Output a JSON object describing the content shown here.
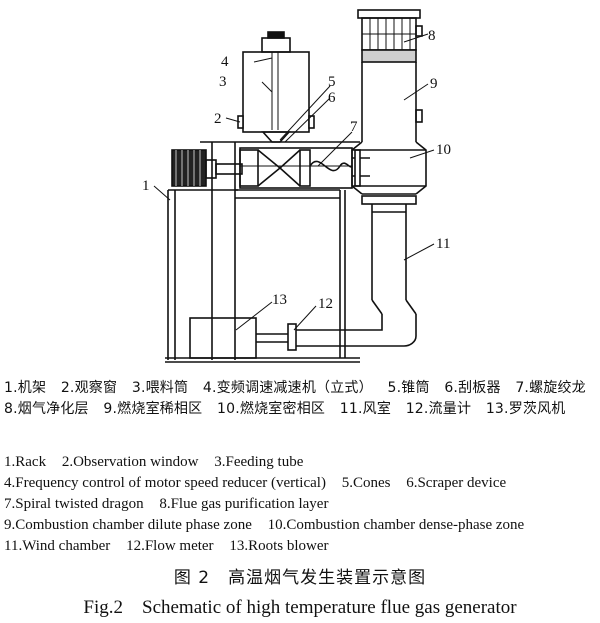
{
  "callouts": [
    "1",
    "2",
    "3",
    "4",
    "5",
    "6",
    "7",
    "8",
    "9",
    "10",
    "11",
    "12",
    "13"
  ],
  "legend_cn": [
    "1.机架",
    "2.观察窗",
    "3.喂料筒",
    "4.变频调速减速机（立式）",
    "5.锥筒",
    "6.刮板器",
    "7.螺旋绞龙",
    "8.烟气净化层",
    "9.燃烧室稀相区",
    "10.燃烧室密相区",
    "11.风室",
    "12.流量计",
    "13.罗茨风机"
  ],
  "legend_en": [
    "1.Rack",
    "2.Observation window",
    "3.Feeding tube",
    "4.Frequency control of motor speed reducer (vertical)",
    "5.Cones",
    "6.Scraper device",
    "7.Spiral twisted dragon",
    "8.Flue gas purification layer",
    "9.Combustion chamber dilute phase zone",
    "10.Combustion chamber dense-phase zone",
    "11.Wind chamber",
    "12.Flow meter",
    "13.Roots blower"
  ],
  "caption_cn": "图 2　高温烟气发生装置示意图",
  "caption_en": "Fig.2　Schematic of high temperature flue gas generator"
}
